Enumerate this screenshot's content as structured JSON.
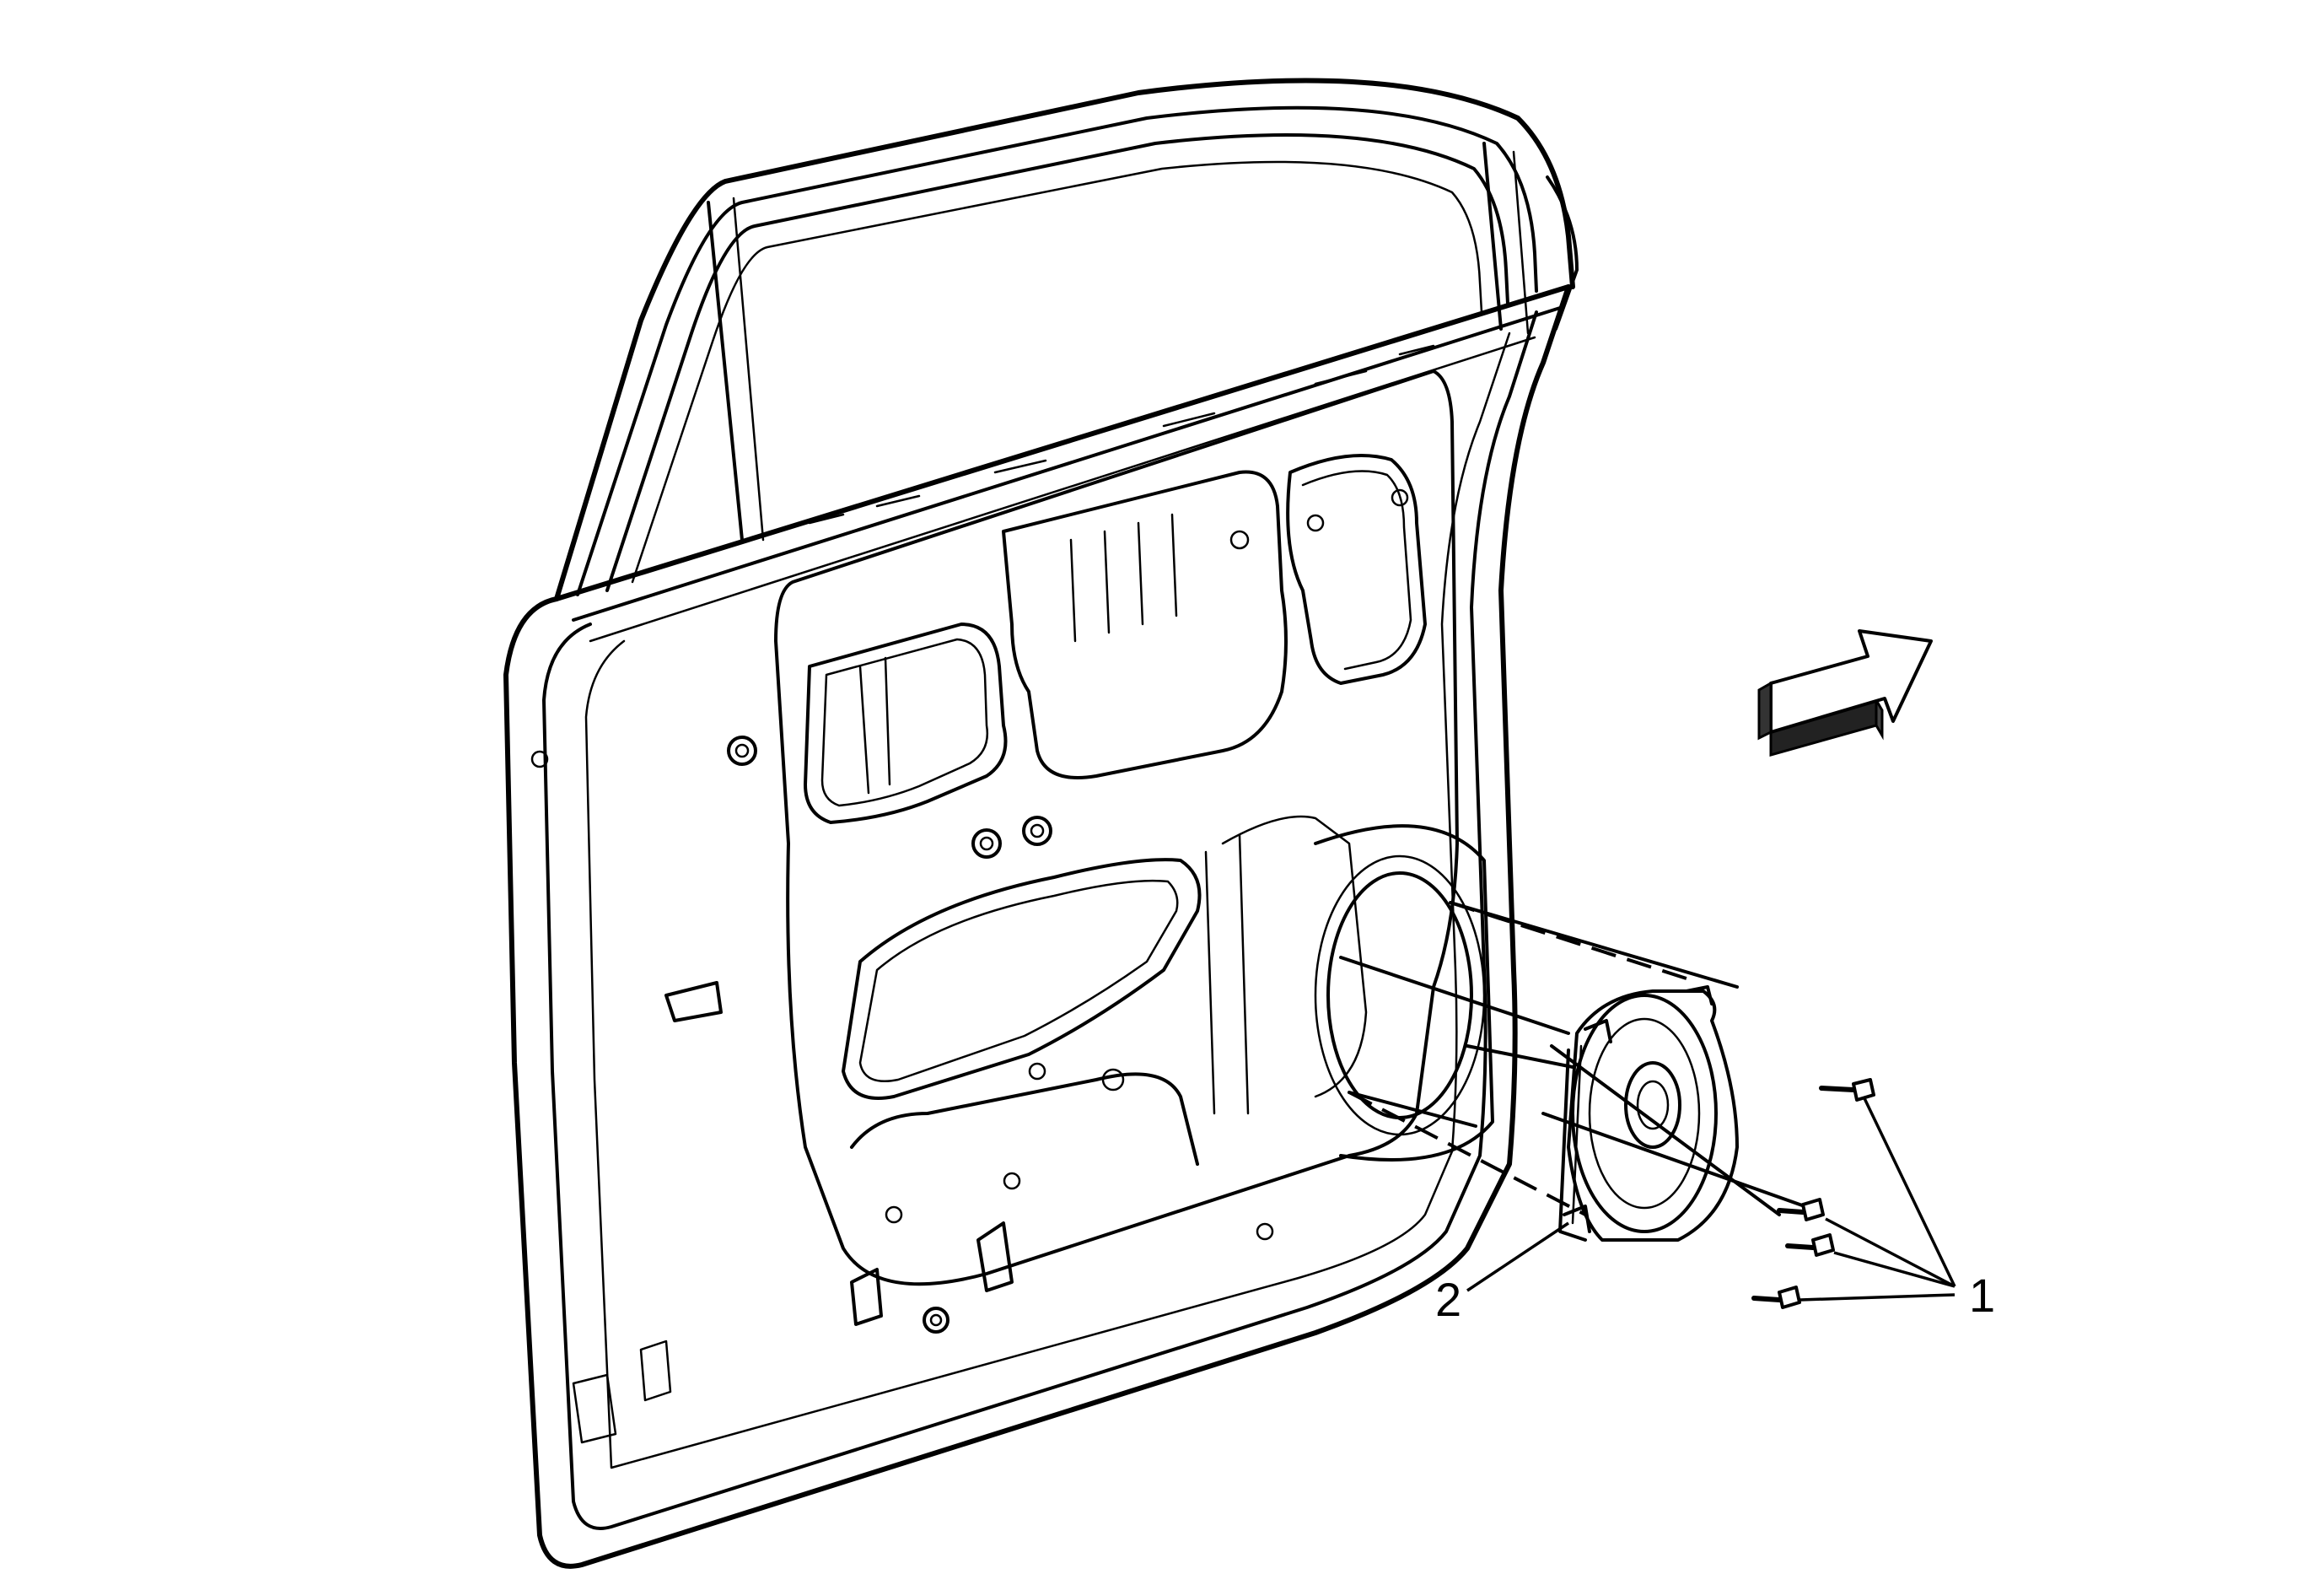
{
  "callouts": [
    {
      "id": "1",
      "label": "1"
    },
    {
      "id": "2",
      "label": "2"
    }
  ],
  "parts": {
    "door": "door-inner-panel",
    "speaker": "door-speaker",
    "fasteners": "speaker-fasteners",
    "direction_arrow": "vehicle-front-arrow"
  }
}
